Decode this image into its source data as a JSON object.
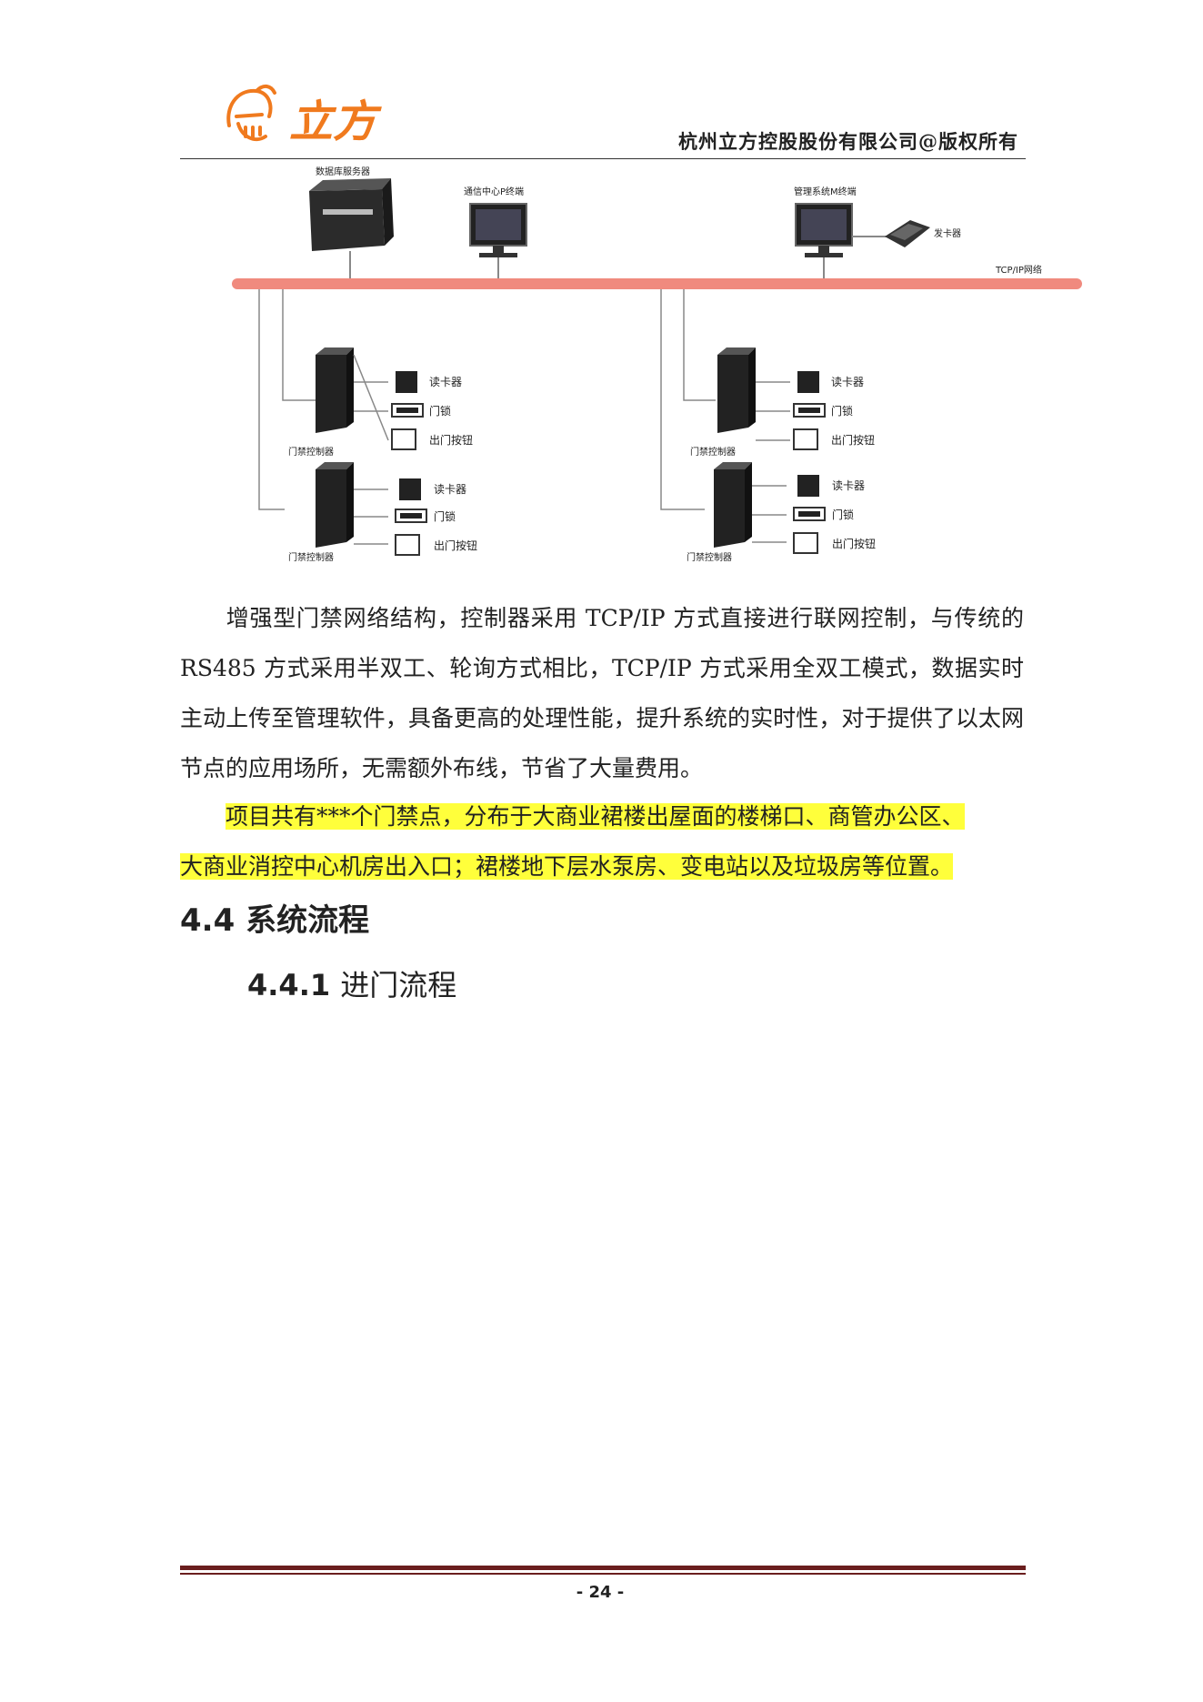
{
  "header": {
    "logo_text": "立方",
    "company_copyright": "杭州立方控股股份有限公司@版权所有"
  },
  "diagram": {
    "database_server": "数据库服务器",
    "comm_terminal": "通信中心P终端",
    "mgmt_terminal": "管理系统M终端",
    "card_issuer": "发卡器",
    "network": "TCP/IP网络",
    "card_reader": "读卡器",
    "door_lock": "门锁",
    "exit_button": "出门按钮",
    "controller": "门禁控制器"
  },
  "paragraphs": {
    "p1": "增强型门禁网络结构，控制器采用 TCP/IP 方式直接进行联网控制，与传统的 RS485 方式采用半双工、轮询方式相比，TCP/IP 方式采用全双工模式，数据实时主动上传至管理软件，具备更高的处理性能，提升系统的实时性，对于提供了以太网节点的应用场所，无需额外布线，节省了大量费用。",
    "p2_line1": "项目共有***个门禁点，分布于大商业裙楼出屋面的楼梯口、商管办公区、",
    "p2_line2": "大商业消控中心机房出入口；裙楼地下层水泵房、变电站以及垃圾房等位置。"
  },
  "headings": {
    "h44_num": "4.4",
    "h44_text": "系统流程",
    "h441_num": "4.4.1",
    "h441_text": "进门流程"
  },
  "footer": {
    "page_number": "- 24 -"
  },
  "colors": {
    "logo_orange": "#f07a1e",
    "network_bar": "#f08a7e",
    "highlight": "#ffff3b",
    "footer_rule": "#6a1e1e"
  }
}
